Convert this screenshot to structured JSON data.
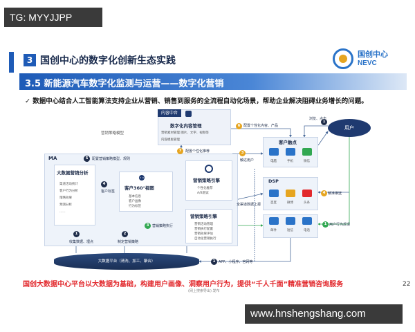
{
  "watermark_top": "TG: MYYJJPP",
  "watermark_bottom": "www.hnshengshang.com",
  "section": {
    "number": "3",
    "title": "国创中心的数字化创新生态实践"
  },
  "logo": {
    "cn": "国创中心",
    "en": "NEVC"
  },
  "subsection": "3.5 新能源汽车数字化监测与运营——数字化营销",
  "description": "数据中心结合人工智能算法支持企业从营销、销售到服务的全流程自动化场景，帮助企业解决阻碍业务增长的问题。",
  "diagram": {
    "strategy_model_label": "营销策略模型",
    "content_center": {
      "head": "内容中台",
      "title": "数字化内容管理",
      "items": "营销素材管理  图片、文字、视频等",
      "items2": "内容模板管理"
    },
    "ma": {
      "label": "MA",
      "bigdata": {
        "title": "大数据营销分析",
        "items": [
          "渠道活动统计",
          "客户行为分析",
          "策略效果",
          "预测分析",
          "......"
        ]
      },
      "profile": {
        "title": "客户360°视图",
        "items": [
          "基本信息",
          "客户画像",
          "行为标签"
        ]
      },
      "strategy1": {
        "title": "营销策略引擎",
        "items": [
          "个性化推荐",
          "A/B测试"
        ]
      },
      "strategy2": {
        "title": "营销策略引擎",
        "items": [
          "营销活动管理",
          "营销执行配置",
          "营销效果评估",
          "自动化营销执行"
        ]
      }
    },
    "touch": {
      "title": "客户触点",
      "icons": [
        "电脑",
        "手机",
        "微信"
      ]
    },
    "dsp": {
      "title": "DSP",
      "icons": [
        "百度",
        "微博",
        "头条"
      ]
    },
    "msg": {
      "icons": [
        "邮件",
        "短信",
        "电话"
      ]
    },
    "user": "用户",
    "platform": "大数据平台（清洗、加工、聚合）",
    "tags": {
      "t5": "配置营销策略模型、规则",
      "t6": "配置个性化内容、产品",
      "t7": "配置个性化推荐",
      "t3": "营销策略执行",
      "t2": "制定营销策略",
      "t1": "浏览、点击",
      "t4": "精准推送",
      "upload": "全渠道数据上报",
      "reach": "触达用户",
      "data_flow": "收集数据、埋点",
      "wechat_flow": "APP、小程序、官网等",
      "feedback": "用户行为反馈",
      "cust_label": "客户标签"
    },
    "badges": [
      "1",
      "2",
      "3",
      "4",
      "5",
      "6",
      "7"
    ]
  },
  "footer": "国创大数据中心平台以大数据为基础，构建用户画像、洞察用户行为，提供“千人千面”精准营销咨询服务",
  "page_number": "22",
  "source": "(网上搜索导出)   发布"
}
